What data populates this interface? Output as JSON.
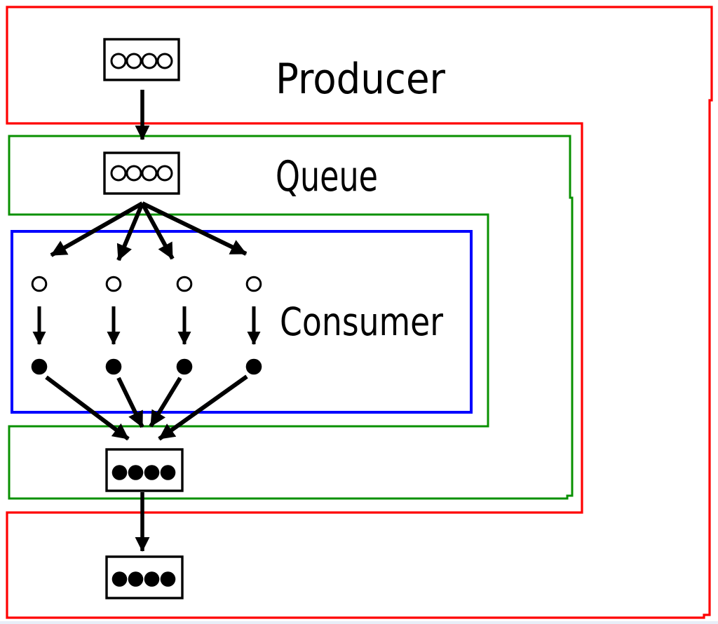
{
  "diagram": {
    "labels": {
      "producer": "Producer",
      "queue": "Queue",
      "consumer": "Consumer"
    },
    "colors": {
      "producer_outline": "#ff0000",
      "queue_outline": "#089000",
      "consumer_outline": "#0000ff",
      "ink": "#000000",
      "background": "#ffffff",
      "footer_strip": "#e8eef8"
    },
    "counts": {
      "buffer_slots_per_box": 4,
      "consumer_lanes": 4,
      "empty_slot_boxes": 2,
      "filled_slot_boxes": 2
    }
  }
}
